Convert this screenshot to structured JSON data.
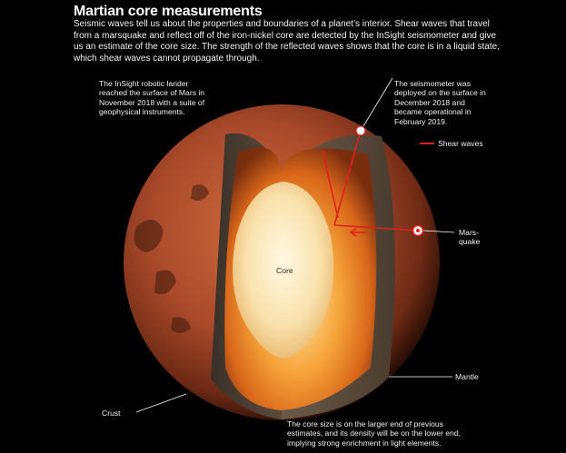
{
  "header": {
    "title": "Martian core measurements",
    "subtitle": "Seismic waves tell us about the properties and boundaries of a planet’s interior. Shear waves that travel from a marsquake and reflect off of the iron-nickel core are detected by the InSight seismometer and give us an estimate of the core size. The strength of the reflected waves shows that the core is in a liquid state, which shear waves cannot propagate through."
  },
  "annotations": {
    "insight": "The InSight robotic lander reached the surface of Mars in November 2018 with a suite of geophysical instruments.",
    "seismometer": "The seismometer was deployed on the surface in December 2018 and became operational in February 2019.",
    "legend_shear": "Shear waves",
    "marsquake": "Mars-quake",
    "core": "Core",
    "mantle": "Mantle",
    "crust": "Crust",
    "core_size": "The core size is on the larger end of previous estimates, and its density will be on the lower end, implying strong enrichment in light elements."
  },
  "colors": {
    "background": "#000000",
    "shear_wave": "#e0201c",
    "mars_surface": "#b5542f",
    "mantle_glow": "#f2a038",
    "core_light": "#fdf2cf"
  }
}
